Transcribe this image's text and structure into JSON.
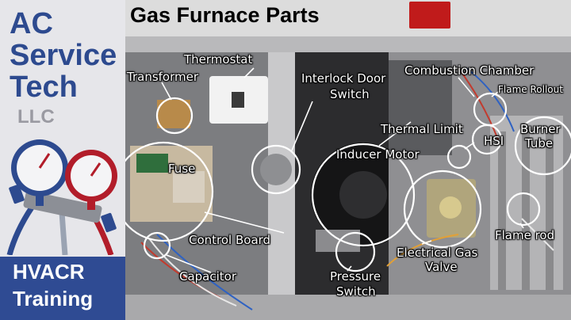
{
  "title": "Gas Furnace Parts",
  "brand": {
    "line1": "AC",
    "line2": "Service",
    "line3": "Tech",
    "line4": "LLC",
    "band1": "HVACR",
    "band2": "Training"
  },
  "labels": {
    "thermostat": "Thermostat",
    "transformer": "Transformer",
    "interlock1": "Interlock Door",
    "interlock2": "Switch",
    "combustion": "Combustion Chamber",
    "rollout": "Flame Rollout",
    "thermal": "Thermal Limit",
    "hsi": "HSI",
    "burner1": "Burner",
    "burner2": "Tube",
    "fuse": "Fuse",
    "inducer": "Inducer Motor",
    "control": "Control Board",
    "capacitor": "Capacitor",
    "pressure1": "Pressure",
    "pressure2": "Switch",
    "gasvalve1": "Electrical Gas",
    "gasvalve2": "Valve",
    "flamerod": "Flame rod"
  },
  "colors": {
    "brand_blue": "#2d4a8f",
    "band_blue": "#2f4b93",
    "sticker_red": "#c01b1b"
  }
}
